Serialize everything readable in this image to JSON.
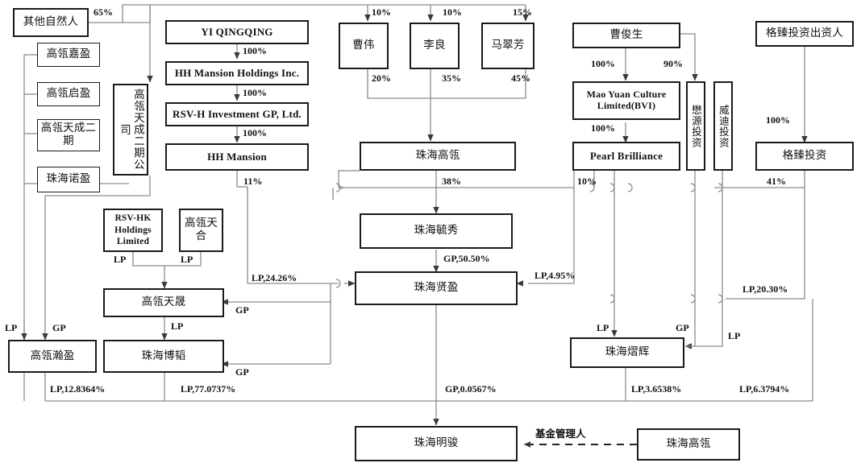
{
  "diagram": {
    "title": "股权结构图",
    "colors": {
      "box_border": "#1a1a1a",
      "line": "#8c8c8c",
      "arrow": "#4a4a4a",
      "bg": "#ffffff"
    },
    "nodes": [
      {
        "id": "other_natural",
        "label": "其他自然人",
        "lang": "cn"
      },
      {
        "id": "gaoling_jiaying",
        "label": "高瓴嘉盈",
        "lang": "cn"
      },
      {
        "id": "gaoling_qiying",
        "label": "高瓴启盈",
        "lang": "cn"
      },
      {
        "id": "gaoling_tc2",
        "label": "高瓴天成二期",
        "lang": "cn"
      },
      {
        "id": "zhuhai_nuoying",
        "label": "珠海诺盈",
        "lang": "cn"
      },
      {
        "id": "gaoling_tc2_co",
        "label": "高瓴天成二期公司",
        "lang": "cn",
        "vertical": true
      },
      {
        "id": "yi_qingqing",
        "label": "YI QINGQING",
        "lang": "en"
      },
      {
        "id": "hh_holdings",
        "label": "HH Mansion Holdings Inc.",
        "lang": "en"
      },
      {
        "id": "rsvh_gp",
        "label": "RSV-H Investment GP, Ltd.",
        "lang": "en"
      },
      {
        "id": "hh_mansion",
        "label": "HH Mansion",
        "lang": "en"
      },
      {
        "id": "cao_wei",
        "label": "曹伟",
        "lang": "cn"
      },
      {
        "id": "li_liang",
        "label": "李良",
        "lang": "cn"
      },
      {
        "id": "ma_cuifang",
        "label": "马翠芳",
        "lang": "cn"
      },
      {
        "id": "zhuhai_gaoling",
        "label": "珠海高瓴",
        "lang": "cn"
      },
      {
        "id": "cao_junsheng",
        "label": "曹俊生",
        "lang": "cn"
      },
      {
        "id": "mao_yuan",
        "label": "Mao Yuan Culture Limited(BVI)",
        "lang": "en"
      },
      {
        "id": "pearl",
        "label": "Pearl Brilliance",
        "lang": "en"
      },
      {
        "id": "maoyuan_inv",
        "label": "懋源投资",
        "lang": "cn",
        "vertical": true
      },
      {
        "id": "weidi_inv",
        "label": "威迪投资",
        "lang": "cn",
        "vertical": true
      },
      {
        "id": "gezhen_funders",
        "label": "格臻投资出资人",
        "lang": "cn"
      },
      {
        "id": "gezhen_inv",
        "label": "格臻投资",
        "lang": "cn"
      },
      {
        "id": "rsvhk",
        "label": "RSV-HK Holdings Limited",
        "lang": "en"
      },
      {
        "id": "gaoling_tianhe",
        "label": "高瓴天合",
        "lang": "cn"
      },
      {
        "id": "gaoling_tiansheng",
        "label": "高瓴天晟",
        "lang": "cn"
      },
      {
        "id": "zhuhai_yuxiu",
        "label": "珠海毓秀",
        "lang": "cn"
      },
      {
        "id": "zhuhai_xianying",
        "label": "珠海贤盈",
        "lang": "cn"
      },
      {
        "id": "gaoling_hanying",
        "label": "高瓴瀚盈",
        "lang": "cn"
      },
      {
        "id": "zhuhai_botao",
        "label": "珠海博韬",
        "lang": "cn"
      },
      {
        "id": "zhuhai_xihui",
        "label": "珠海熠辉",
        "lang": "cn"
      },
      {
        "id": "zhuhai_mingjun",
        "label": "珠海明骏",
        "lang": "cn"
      },
      {
        "id": "zhuhai_gaoling2",
        "label": "珠海高瓴",
        "lang": "cn"
      }
    ],
    "edge_labels": [
      {
        "id": "e_other65",
        "text": "65%"
      },
      {
        "id": "e_yq100",
        "text": "100%"
      },
      {
        "id": "e_hh100",
        "text": "100%"
      },
      {
        "id": "e_rsvh100",
        "text": "100%"
      },
      {
        "id": "e_cw10",
        "text": "10%"
      },
      {
        "id": "e_ll10",
        "text": "10%"
      },
      {
        "id": "e_mcf15",
        "text": "15%"
      },
      {
        "id": "e_cw20",
        "text": "20%"
      },
      {
        "id": "e_ll35",
        "text": "35%"
      },
      {
        "id": "e_mcf45",
        "text": "45%"
      },
      {
        "id": "e_cjs100",
        "text": "100%"
      },
      {
        "id": "e_cjs90",
        "text": "90%"
      },
      {
        "id": "e_mao100",
        "text": "100%"
      },
      {
        "id": "e_gzfund100",
        "text": "100%"
      },
      {
        "id": "e_hhm11",
        "text": "11%"
      },
      {
        "id": "e_zhgl38",
        "text": "38%"
      },
      {
        "id": "e_pearl10",
        "text": "10%"
      },
      {
        "id": "e_gz41",
        "text": "41%"
      },
      {
        "id": "e_lp_rsvhk",
        "text": "LP"
      },
      {
        "id": "e_lp_tianhe",
        "text": "LP"
      },
      {
        "id": "e_lp2426",
        "text": "LP,24.26%"
      },
      {
        "id": "e_gp5050",
        "text": "GP,50.50%"
      },
      {
        "id": "e_lp495",
        "text": "LP,4.95%"
      },
      {
        "id": "e_lp2030",
        "text": "LP,20.30%"
      },
      {
        "id": "e_gp_ts",
        "text": "GP"
      },
      {
        "id": "e_lp_ts_bt",
        "text": "LP"
      },
      {
        "id": "e_gp_bt",
        "text": "GP"
      },
      {
        "id": "e_lp_left",
        "text": "LP"
      },
      {
        "id": "e_gp_left",
        "text": "GP"
      },
      {
        "id": "e_lp_xh",
        "text": "LP"
      },
      {
        "id": "e_gp_xh",
        "text": "GP"
      },
      {
        "id": "e_lp_xh2",
        "text": "LP"
      },
      {
        "id": "e_lp128364",
        "text": "LP,12.8364%"
      },
      {
        "id": "e_lp770737",
        "text": "LP,77.0737%"
      },
      {
        "id": "e_gp00567",
        "text": "GP,0.0567%"
      },
      {
        "id": "e_lp36538",
        "text": "LP,3.6538%"
      },
      {
        "id": "e_lp63794",
        "text": "LP,6.3794%"
      },
      {
        "id": "e_fundmgr",
        "text": "基金管理人"
      }
    ]
  }
}
